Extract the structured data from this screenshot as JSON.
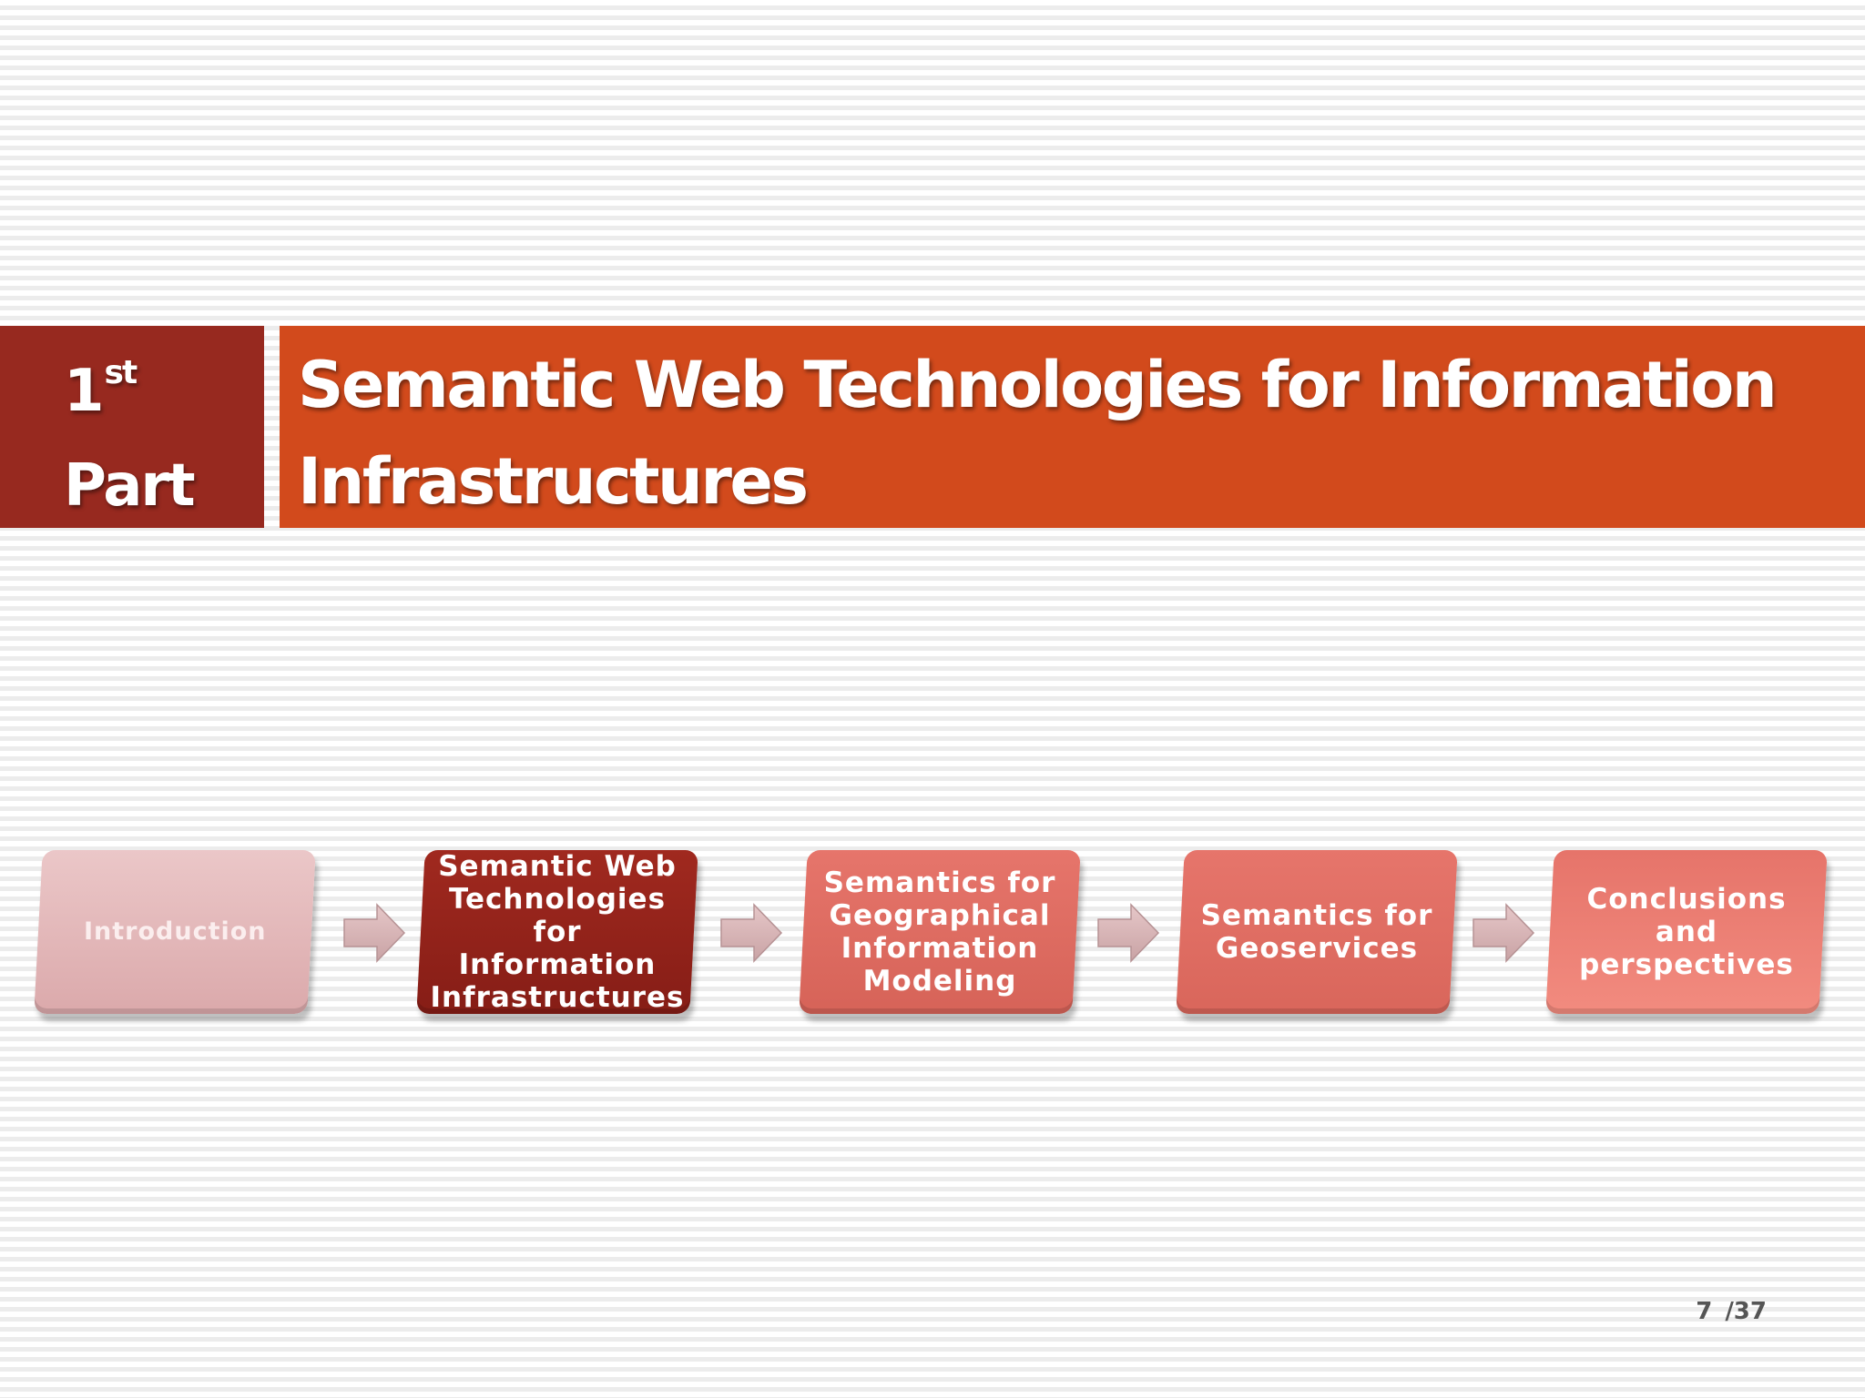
{
  "header": {
    "part_number": "1",
    "part_suffix": "st",
    "part_label": "Part",
    "title": "Semantic Web Technologies for Information Infrastructures"
  },
  "flow": {
    "steps": [
      {
        "label": "Introduction"
      },
      {
        "label": "Semantic Web Technologies for Information Infrastructures"
      },
      {
        "label": "Semantics for Geographical Information Modeling"
      },
      {
        "label": "Semantics for Geoservices"
      },
      {
        "label": "Conclusions and perspectives"
      }
    ]
  },
  "footer": {
    "page_current": "7",
    "page_total": "/37"
  },
  "colors": {
    "part_box": "#97291f",
    "title_bar": "#d24a1c",
    "step_active": "#97291f",
    "step_done": "#e3b8ba",
    "step_upcoming": "#e16f65",
    "arrow": "#d7b3b5"
  }
}
